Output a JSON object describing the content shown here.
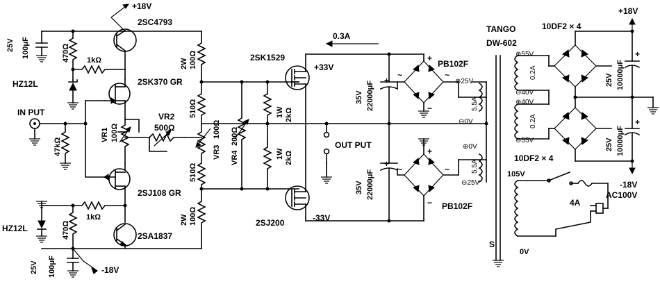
{
  "power": {
    "plus18_top": "+18V",
    "minus18_bottom": "-18V",
    "plus18_right": "+18V",
    "minus18_right": "-18V",
    "plus33": "+33V",
    "minus33": "-33V",
    "current": "0.3A"
  },
  "transistors": {
    "q_top": "2SC4793",
    "q_fet_top": "2SK370 GR",
    "q_fet_bot": "2SJ108 GR",
    "q_bot": "2SA1837",
    "mos_top": "2SK1529",
    "mos_bot": "2SJ200"
  },
  "components": {
    "cap_top_v": "25V",
    "cap_top_c": "100μF",
    "r_470_top": "470Ω",
    "r_1k_top": "1kΩ",
    "zener_top": "HZ12L",
    "input": "IN PUT",
    "r_47k": "47kΩ",
    "vr1": "VR1",
    "vr1_val": "100Ω",
    "vr2": "VR2",
    "vr2_val": "500Ω",
    "zener_bot": "HZ12L",
    "r_470_bot": "470Ω",
    "r_1k_bot": "1kΩ",
    "cap_bot_v": "25V",
    "cap_bot_c": "100μF",
    "r2w_top_w": "2W",
    "r2w_top_v": "100Ω",
    "r510_top": "510Ω",
    "vr3": "VR3",
    "vr3_val": "100Ω",
    "r510_bot": "510Ω",
    "r2w_bot_w": "2W",
    "r2w_bot_v": "100Ω",
    "vr4": "VR4",
    "vr4_val": "200Ω",
    "r1w_top_w": "1W",
    "r1w_top_v": "2kΩ",
    "r1w_bot_w": "1W",
    "r1w_bot_v": "2kΩ",
    "output": "OUT PUT",
    "cap_ps_top_v": "35V",
    "cap_ps_top_c": "22000μF",
    "cap_ps_bot_v": "35V",
    "cap_ps_bot_c": "22000μF",
    "bridge_top": "PB102F",
    "bridge_bot": "PB102F",
    "sec_top_plus": "⊕25V",
    "sec_top_zero": "⊖0V",
    "sec_top_amp": "5.5A",
    "sec_bot_zero": "⊕0V",
    "sec_bot_minus": "⊖25V",
    "sec_bot_amp": "5.5A",
    "trafo_brand": "TANGO",
    "trafo_model": "DW-602",
    "s_label": "S",
    "tap_105": "105V",
    "tap_0": "0V",
    "fuse": "4A",
    "ac": "AC100V",
    "b2_top": "10DF2 × 4",
    "b2_bot": "10DF2 × 4",
    "w_55_top": "⊕55V",
    "w_02_top": "0.2A",
    "w_40_top": "⊖40V",
    "w_40_bot": "⊕40V",
    "w_02_bot": "0.2A",
    "w_55_bot": "⊖55V",
    "c_r_top_v": "25V",
    "c_r_top_c": "10000μF",
    "c_r_bot_v": "25V",
    "c_r_bot_c": "10000μF",
    "tilde": "~",
    "plus": "+",
    "minus": "−"
  }
}
